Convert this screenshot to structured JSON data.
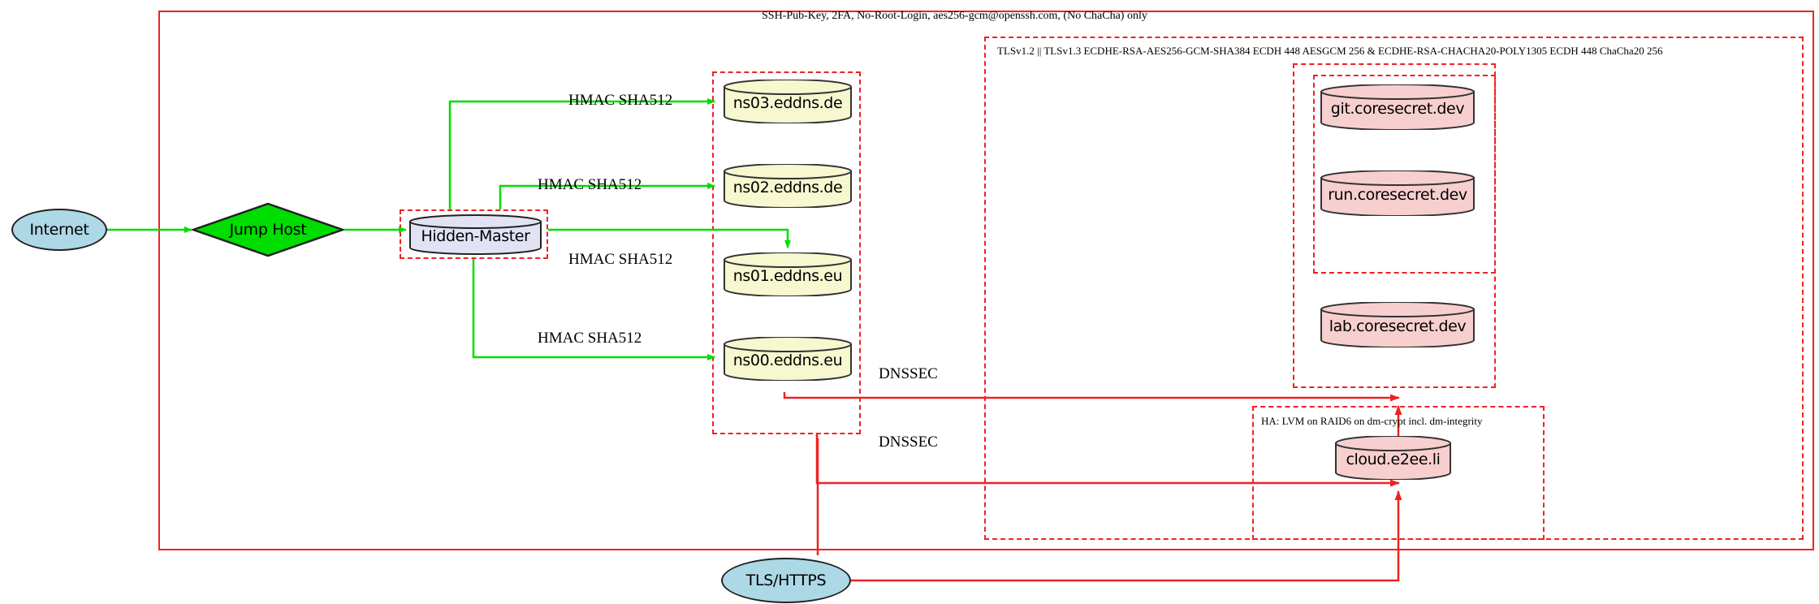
{
  "diagram": {
    "title_note": "SSH-Pub-Key, 2FA, No-Root-Login, aes256-gcm@openssh.com, (No ChaCha) only",
    "tls_note": "TLSv1.2 || TLSv1.3 ECDHE-RSA-AES256-GCM-SHA384 ECDH 448 AESGCM 256 & ECDHE-RSA-CHACHA20-POLY1305 ECDH 448 ChaCha20 256",
    "ha_note": "HA: LVM on RAID6 on dm-crypt incl. dm-integrity"
  },
  "colors": {
    "boundary": "#ee2222",
    "ssh_edge": "#00dd00",
    "dnssec_edge": "#ee2222",
    "internet_fill": "#add8e6",
    "jumphost_fill": "#00dd00",
    "hidden_master_fill": "#e2e2f5",
    "dns_fill": "#f7f7d0",
    "service_fill": "#f8cfcf",
    "tls_fill": "#add8e6",
    "stroke": "#222222"
  },
  "nodes": {
    "internet": {
      "label": "Internet",
      "shape": "ellipse"
    },
    "jump_host": {
      "label": "Jump Host",
      "shape": "diamond"
    },
    "hidden_master": {
      "label": "Hidden-Master",
      "shape": "cylinder"
    },
    "tls_https": {
      "label": "TLS/HTTPS",
      "shape": "ellipse"
    },
    "ns03": {
      "label": "ns03.eddns.de",
      "shape": "cylinder"
    },
    "ns02": {
      "label": "ns02.eddns.de",
      "shape": "cylinder"
    },
    "ns01": {
      "label": "ns01.eddns.eu",
      "shape": "cylinder"
    },
    "ns00": {
      "label": "ns00.eddns.eu",
      "shape": "cylinder"
    },
    "git": {
      "label": "git.coresecret.dev",
      "shape": "cylinder"
    },
    "run": {
      "label": "run.coresecret.dev",
      "shape": "cylinder"
    },
    "lab": {
      "label": "lab.coresecret.dev",
      "shape": "cylinder"
    },
    "cloud": {
      "label": "cloud.e2ee.li",
      "shape": "cylinder"
    }
  },
  "edge_labels": {
    "hmac_ns03": "HMAC SHA512",
    "hmac_ns02": "HMAC SHA512",
    "hmac_ns01": "HMAC SHA512",
    "hmac_ns00": "HMAC SHA512",
    "dnssec_upper": "DNSSEC",
    "dnssec_lower": "DNSSEC"
  }
}
